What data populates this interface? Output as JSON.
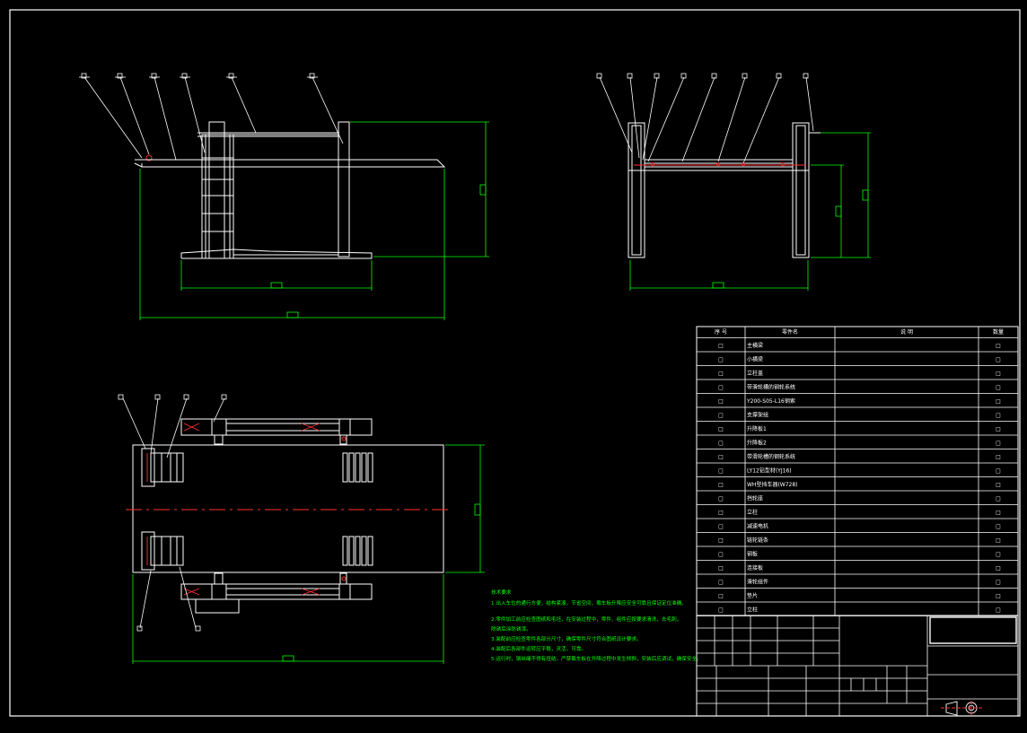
{
  "drawing": {
    "colors": {
      "background": "#000000",
      "outline": "#ffffff",
      "dimension": "#00ff00",
      "centerline": "#ff0000"
    },
    "leader_box_glyph": "□",
    "parts_table": {
      "headers": [
        "序 号",
        "零件名",
        "说 明",
        "数量"
      ],
      "rows": [
        [
          "□",
          "主横梁",
          "",
          "□"
        ],
        [
          "□",
          "小横梁",
          "",
          "□"
        ],
        [
          "□",
          "立柱盖",
          "",
          "□"
        ],
        [
          "□",
          "带滑轮槽的钢轮系统",
          "",
          "□"
        ],
        [
          "□",
          "Y200-S05-L16钢索",
          "",
          "□"
        ],
        [
          "□",
          "支撑架组",
          "",
          "□"
        ],
        [
          "□",
          "升降板1",
          "",
          "□"
        ],
        [
          "□",
          "升降板2",
          "",
          "□"
        ],
        [
          "□",
          "带滑轮槽的钢轮系统",
          "",
          "□"
        ],
        [
          "□",
          "LY12铝型材(YJ16)",
          "",
          "□"
        ],
        [
          "□",
          "WH型挡车器(W728)",
          "",
          "□"
        ],
        [
          "□",
          "挡轮座",
          "",
          "□"
        ],
        [
          "□",
          "立柱",
          "",
          "□"
        ],
        [
          "□",
          "减速电机",
          "",
          "□"
        ],
        [
          "□",
          "链轮链条",
          "",
          "□"
        ],
        [
          "□",
          "钢板",
          "",
          "□"
        ],
        [
          "□",
          "连接板",
          "",
          "□"
        ],
        [
          "□",
          "滑轮组件",
          "",
          "□"
        ],
        [
          "□",
          "垫片",
          "",
          "□"
        ],
        [
          "□",
          "立柱",
          "",
          "□"
        ]
      ]
    },
    "tech_notes": {
      "title": "技术要求",
      "lines": [
        "1.出入车位的通行方便，结构紧凑，节省空间，载车板升降应安全可靠且保证定位准确。",
        "2.零件加工前应检查图纸和毛坯，在安装过程中，零件、组件应按要求清洗，去毛刺，",
        "  除锈后涂防锈漆。",
        "3.装配前应检查零件各部分尺寸，确保零件尺寸符合图纸设计要求。",
        "4.装配后各部件运转应平稳，灵活，可靠。",
        "5.运行时，钢丝绳不得有扭结，严禁载车板在升降过程中发生倾斜，安装后应调试，确保安全。"
      ]
    },
    "title_block": {
      "title_cell": "",
      "drawing_number": ""
    }
  }
}
